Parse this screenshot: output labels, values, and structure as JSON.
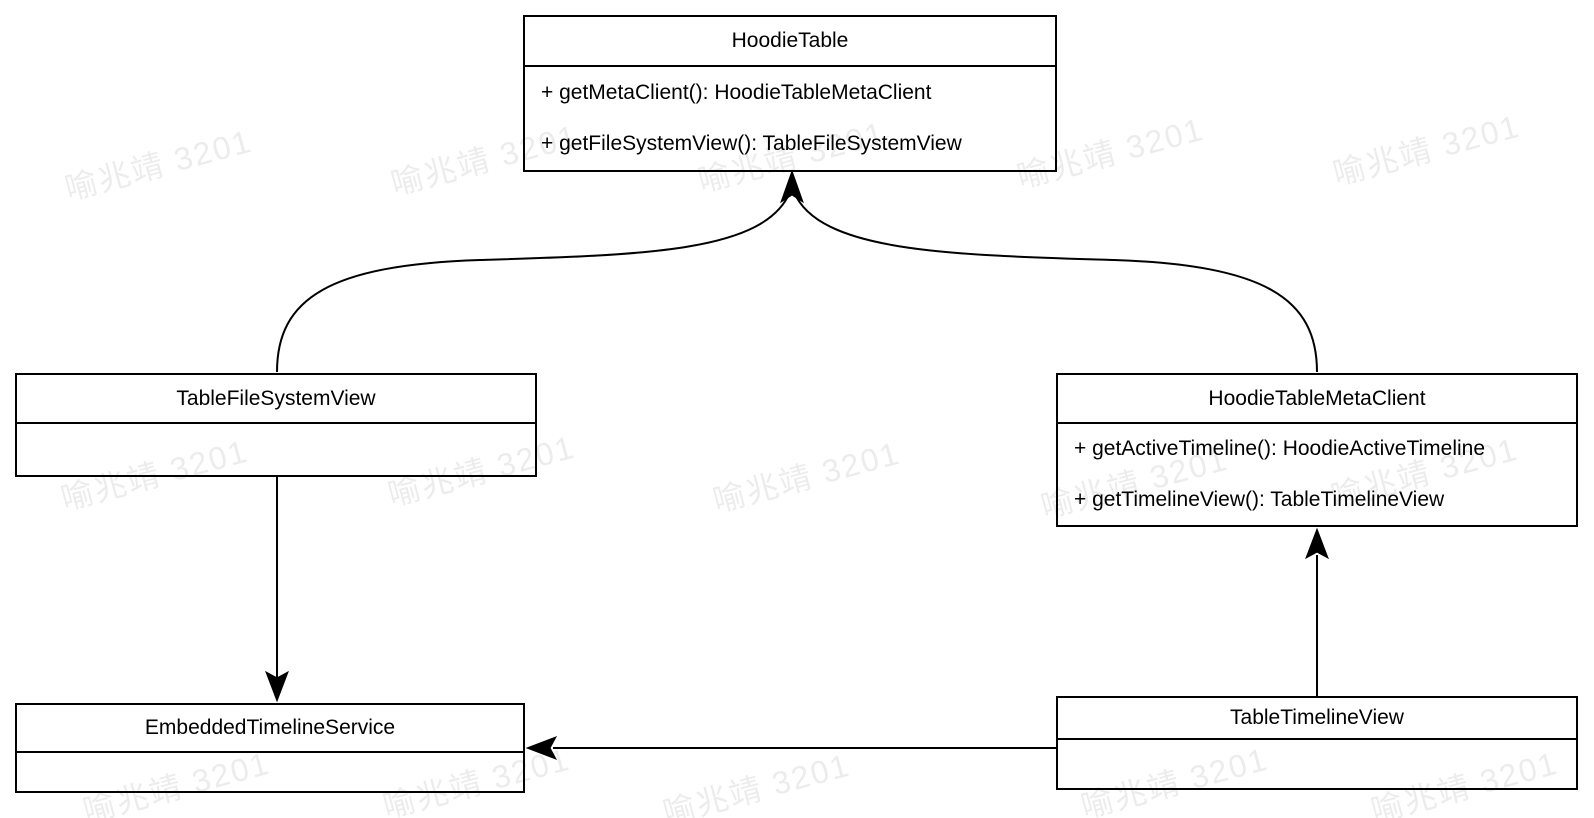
{
  "diagram": {
    "type": "uml-class-diagram",
    "classes": [
      {
        "id": "hoodie-table",
        "name": "HoodieTable",
        "methods": [
          "+ getMetaClient(): HoodieTableMetaClient",
          "+ getFileSystemView(): TableFileSystemView"
        ]
      },
      {
        "id": "table-file-system-view",
        "name": "TableFileSystemView",
        "methods": []
      },
      {
        "id": "hoodie-table-meta-client",
        "name": "HoodieTableMetaClient",
        "methods": [
          "+ getActiveTimeline(): HoodieActiveTimeline",
          "+ getTimelineView(): TableTimelineView"
        ]
      },
      {
        "id": "embedded-timeline-service",
        "name": "EmbeddedTimelineService",
        "methods": []
      },
      {
        "id": "table-timeline-view",
        "name": "TableTimelineView",
        "methods": []
      }
    ],
    "relations": [
      {
        "from": "TableFileSystemView",
        "to": "HoodieTable",
        "style": "curved-arrow-up"
      },
      {
        "from": "HoodieTableMetaClient",
        "to": "HoodieTable",
        "style": "curved-arrow-up"
      },
      {
        "from": "TableFileSystemView",
        "to": "EmbeddedTimelineService",
        "style": "straight-arrow-down"
      },
      {
        "from": "TableTimelineView",
        "to": "HoodieTableMetaClient",
        "style": "straight-arrow-up"
      },
      {
        "from": "TableTimelineView",
        "to": "EmbeddedTimelineService",
        "style": "straight-arrow-left"
      }
    ],
    "watermark": {
      "text": "喻兆靖 3201",
      "color": "#ececec"
    }
  },
  "colors": {
    "line": "#000000",
    "box_fill": "#ffffff",
    "background": "#ffffff"
  }
}
